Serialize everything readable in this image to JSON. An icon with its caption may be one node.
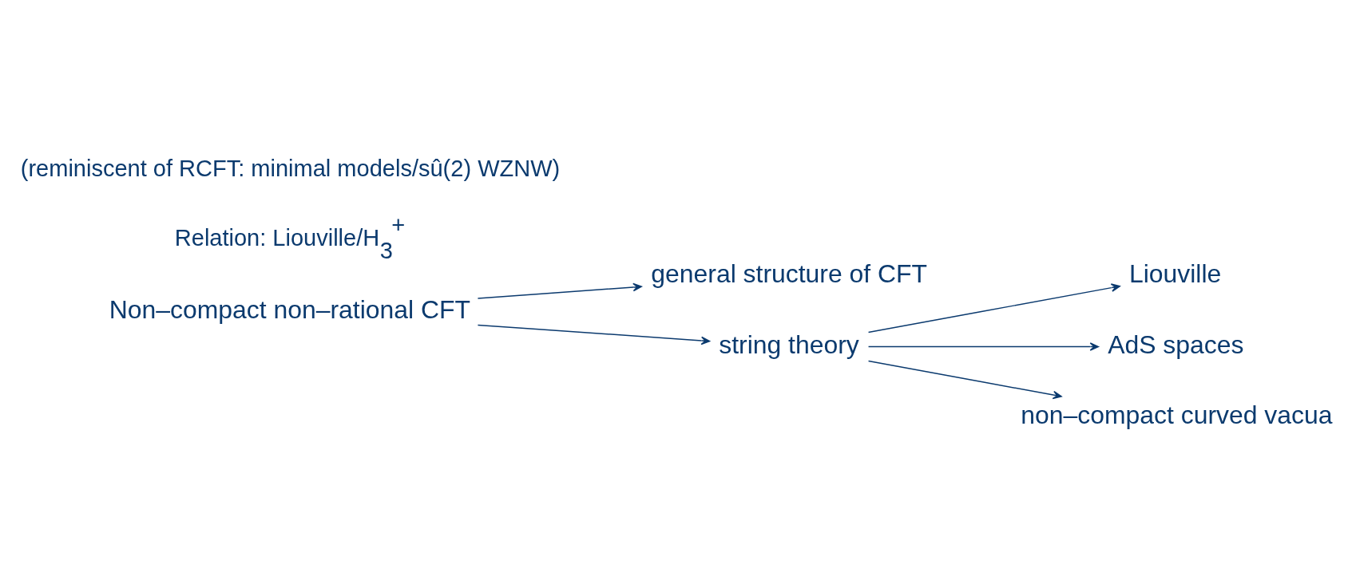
{
  "diagram": {
    "nodes": [
      {
        "text": [
          "Non–compact non–rational CFT"
        ]
      },
      {
        "text": [
          "general structure of CFT"
        ]
      },
      {
        "text": [
          "string theory"
        ]
      },
      {
        "text": [
          "Liouville"
        ]
      },
      {
        "text": [
          "AdS spaces"
        ]
      },
      {
        "text": [
          "non–compact curved vacua"
        ]
      }
    ],
    "edges": [
      {
        "from": 0,
        "to": 1,
        "arrow": "to"
      },
      {
        "from": 0,
        "to": 2,
        "arrow": "to"
      },
      {
        "from": 2,
        "to": 3,
        "arrow": "to"
      },
      {
        "from": 2,
        "to": 4,
        "arrow": "to"
      },
      {
        "from": 2,
        "to": 5,
        "arrow": "to"
      }
    ],
    "labels": [
      "Relation: Liouville/H$_{3}$$^{+}$",
      "(reminiscent of RCFT: minimal models/sû(2) WZNW)"
    ]
  }
}
